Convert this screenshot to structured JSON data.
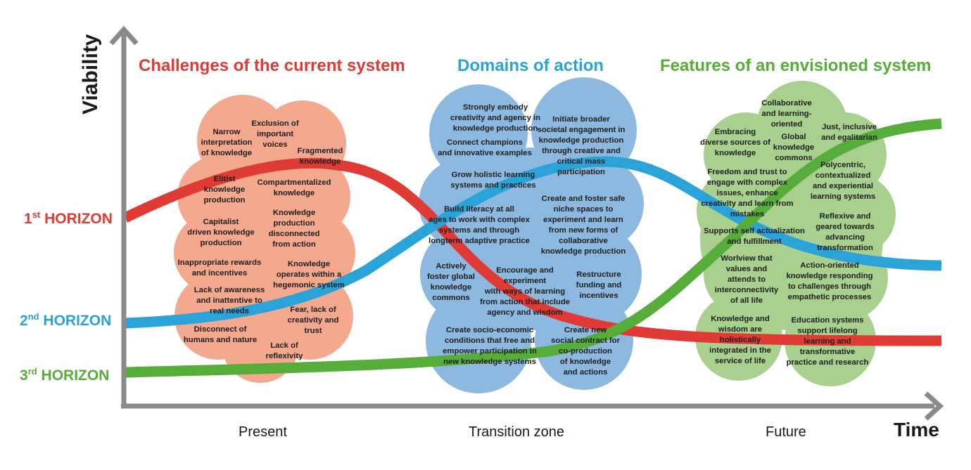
{
  "colors": {
    "red": "#e03a35",
    "blue": "#2aa3d8",
    "green": "#56ad3a",
    "cloud_red": "#f4a98f",
    "cloud_blue": "#8db9e0",
    "cloud_green": "#a9d08f",
    "axis": "#8a8a8a"
  },
  "headings": {
    "challenges": "Challenges of the current system",
    "domains": "Domains of action",
    "features": "Features of an envisioned system"
  },
  "axes": {
    "y": "Viability",
    "x": "Time"
  },
  "horizons": [
    {
      "num": "1",
      "sup": "st",
      "label": "HORIZON"
    },
    {
      "num": "2",
      "sup": "nd",
      "label": "HORIZON"
    },
    {
      "num": "3",
      "sup": "rd",
      "label": "HORIZON"
    }
  ],
  "zones": {
    "present": "Present",
    "transition": "Transition zone",
    "future": "Future"
  },
  "challenges": [
    "Narrow\ninterpretation\nof knowledge",
    "Exclusion of\nimportant\nvoices",
    "Fragmented\nknowledge",
    "Elitist\nknowledge\nproduction",
    "Compartmentalized\nknowledge",
    "Capitalist\ndriven knowledge\nproduction",
    "Knowledge\nproduction\ndisconnected\nfrom action",
    "Inappropriate rewards\nand incentives",
    "Knowledge\noperates within a\nhegemonic system",
    "Lack of awareness\nand inattentive to\nreal needs",
    "Fear, lack of\ncreativity and\ntrust",
    "Disconnect of\nhumans and nature",
    "Lack of\nreflexivity"
  ],
  "domains": [
    "Strongly embody\ncreativity and agency in\nknowledge production",
    "Initiate broader\nsocietal engagement in\nknowledge production\nthrough creative and\ncritical mass\nparticipation",
    "Connect champions\nand innovative examples",
    "Grow holistic learning\nsystems and practices",
    "Build literacy at all\nages to work with complex\nsystems and through\nlongterm adaptive practice",
    "Create and foster safe\nniche spaces to\nexperiment and learn\nfrom new forms of\ncollaborative\nknowledge production",
    "Actively\nfoster global\nknowledge\ncommons",
    "Encourage and\nexperiment\nwith ways of learning\nfrom action that include\nagency and wisdom",
    "Restructure\nfunding and\nincentives",
    "Create socio-economic\nconditions that free and\nempower participation in\nnew knowledge systems",
    "Create new\nsocial contract for\nco-production\nof knowledge\nand actions"
  ],
  "features": [
    "Collaborative\nand learning-\noriented",
    "Embracing\ndiverse sources of\nknowledge",
    "Global\nknowledge\ncommons",
    "Just, inclusive\nand egalitarian",
    "Freedom and trust to\nengage with complex\nissues, enhance\ncreativity and learn from\nmistakes",
    "Polycentric,\ncontextualized\nand experiential\nlearning systems",
    "Reflexive and\ngeared towards\nadvancing\ntransformation",
    "Supports self actualization\nand fulfillment",
    "Worlview that\nvalues and\nattends to\ninterconnectivity\nof all life",
    "Action-oriented\nknowledge responding\nto challenges through\nempathetic processes",
    "Knowledge and\nwisdom are\nholistically\nintegrated in the\nservice of life",
    "Education systems\nsupport lifelong\nlearning and\ntransformative\npractice and research"
  ]
}
